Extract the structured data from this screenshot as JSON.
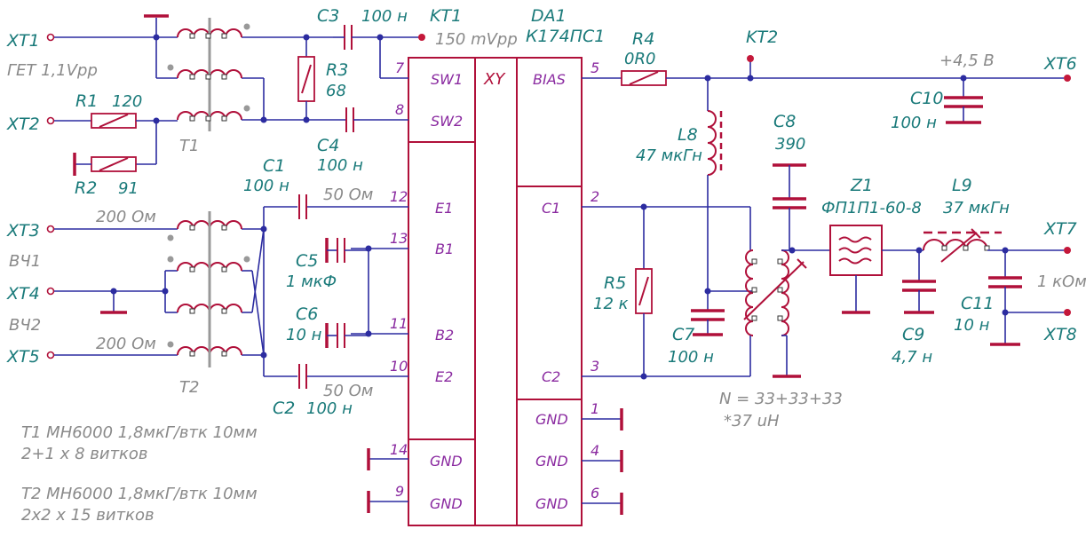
{
  "connectors": {
    "xt1": "XT1",
    "xt2": "XT2",
    "xt3": "XT3",
    "xt4": "XT4",
    "xt5": "XT5",
    "xt6": "XT6",
    "xt7": "XT7",
    "xt8": "XT8",
    "kt1": "KT1",
    "kt2": "KT2"
  },
  "notes": {
    "get": "ГЕТ 1,1Vpp",
    "vch1": "ВЧ1",
    "vch2": "ВЧ2",
    "kt1_level": "150 mVpp",
    "ohm200_top": "200 Ом",
    "ohm200_bot": "200 Ом",
    "ohm50_top": "50 Ом",
    "ohm50_bot": "50 Ом",
    "supply": "+4,5 В",
    "load": "1 кОм",
    "winding": "N = 33+33+33",
    "inductance": "*37 uH",
    "t1_line1": "T1 MH6000 1,8мкГ/втк 10мм",
    "t1_line2": "2+1 x 8 витков",
    "t2_line1": "T2 MH6000 1,8мкГ/втк 10мм",
    "t2_line2": "2x2 x 15 витков"
  },
  "components": {
    "t1": "T1",
    "t2": "T2",
    "r1": "R1",
    "r1_val": "120",
    "r2": "R2",
    "r2_val": "91",
    "r3": "R3",
    "r3_val": "68",
    "r4": "R4",
    "r4_val": "0R0",
    "r5": "R5",
    "r5_val": "12 к",
    "c1": "C1",
    "c1_val": "100 н",
    "c2": "C2",
    "c2_val": "100 н",
    "c3": "C3",
    "c3_val": "100 н",
    "c4": "C4",
    "c4_val": "100 н",
    "c5": "C5",
    "c5_val": "1 мкФ",
    "c6": "C6",
    "c6_val": "10 н",
    "c7": "C7",
    "c7_val": "100 н",
    "c8": "C8",
    "c8_val": "390",
    "c9": "C9",
    "c9_val": "4,7 н",
    "c10": "C10",
    "c10_val": "100 н",
    "c11": "C11",
    "c11_val": "10 н",
    "l8": "L8",
    "l8_val": "47 мкГн",
    "l9": "L9",
    "l9_val": "37 мкГн",
    "z1": "Z1",
    "z1_val": "ФП1П1-60-8"
  },
  "ic": {
    "ref": "DA1",
    "part": "К174ПС1",
    "xy": "XY",
    "sw1": "SW1",
    "sw2": "SW2",
    "e1": "E1",
    "b1": "B1",
    "b2": "B2",
    "e2": "E2",
    "bias": "BIAS",
    "c1": "C1",
    "c2": "C2",
    "gnd": "GND",
    "pins": {
      "p7": "7",
      "p8": "8",
      "p12": "12",
      "p13": "13",
      "p11": "11",
      "p10": "10",
      "p14": "14",
      "p9": "9",
      "p5": "5",
      "p2": "2",
      "p3": "3",
      "p1": "1",
      "p4": "4",
      "p6": "6"
    }
  }
}
